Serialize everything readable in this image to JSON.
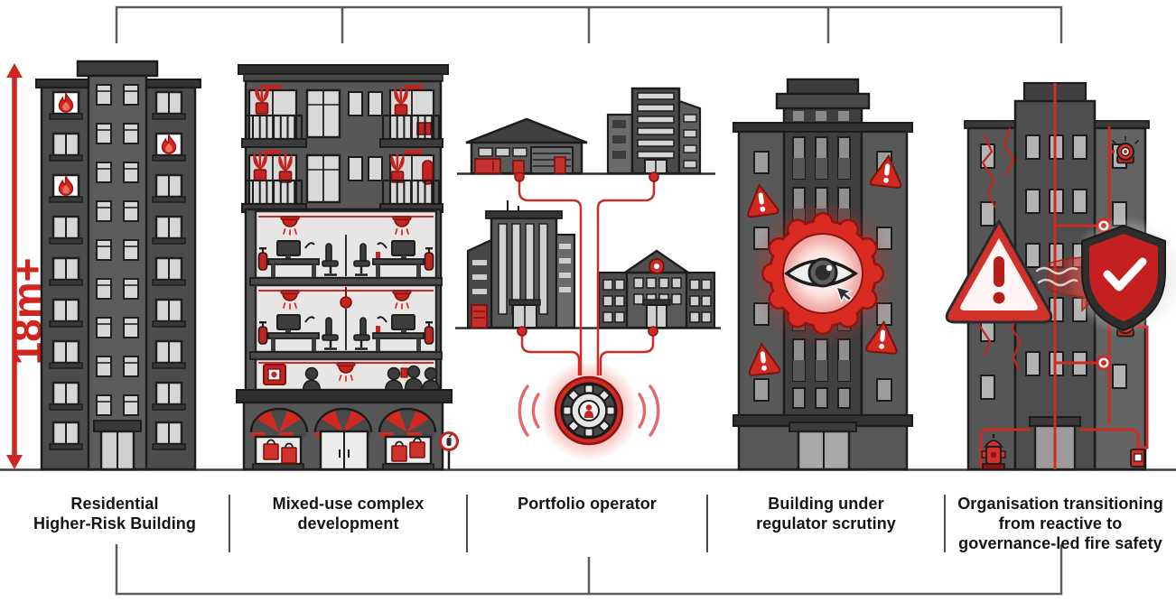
{
  "figure": {
    "measurement": {
      "label": "18m+"
    },
    "sections": [
      {
        "id": "residential-higher-risk-building",
        "lines": [
          "Residential",
          "Higher-Risk Building"
        ]
      },
      {
        "id": "mixed-use-complex-development",
        "lines": [
          "Mixed-use complex",
          "development"
        ]
      },
      {
        "id": "portfolio-operator",
        "lines": [
          "Portfolio operator"
        ]
      },
      {
        "id": "building-under-regulator-scrutiny",
        "lines": [
          "Building under",
          "regulator scrutiny"
        ]
      },
      {
        "id": "organisation-transitioning",
        "lines": [
          "Organisation transitioning",
          "from reactive to",
          "governance-led fire safety"
        ]
      }
    ],
    "colors": {
      "accent_red": "#d0291f",
      "dark_red": "#8e1511",
      "building_dark": "#4a4a4a",
      "building_mid": "#585858",
      "building_light": "#6b6b6b",
      "window_light": "#d6d6d6",
      "outline": "#1c1c1c",
      "label_text": "#151515",
      "bracket_gray": "#5c5c5c"
    },
    "icons": [
      "height-arrow-icon",
      "flame-icon",
      "plant-icon",
      "smoke-detector-icon",
      "fire-extinguisher-icon",
      "shopping-bag-icon",
      "extinguisher-sign-icon",
      "network-node-icon",
      "gear-icon",
      "signal-arc-icon",
      "eye-icon",
      "cursor-icon",
      "warning-triangle-icon",
      "crack-icon",
      "alarm-bell-icon",
      "valve-icon",
      "fire-hydrant-icon",
      "call-point-icon",
      "transition-arrow-icon",
      "shield-check-icon"
    ]
  }
}
